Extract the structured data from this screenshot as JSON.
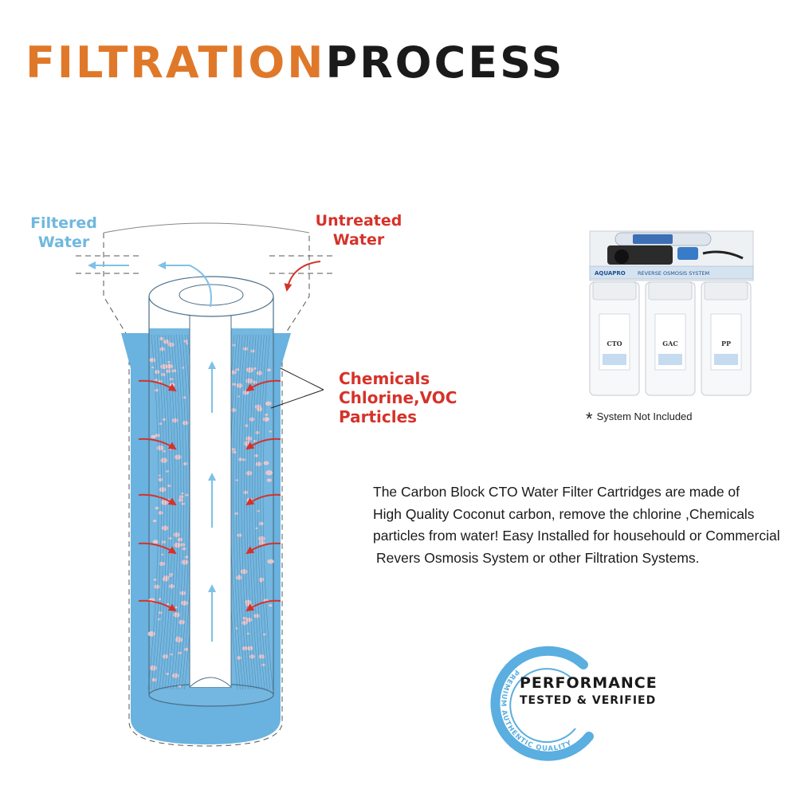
{
  "title": {
    "part1": "FILTRATION",
    "part2": "PROCESS",
    "color1": "#e0782a",
    "color2": "#1a1a1a"
  },
  "labels": {
    "filtered_water": [
      "Filtered",
      "Water"
    ],
    "untreated_water": [
      "Untreated",
      "Water"
    ],
    "contaminants": [
      "Chemicals",
      "Chlorine,VOC",
      "Particles"
    ]
  },
  "description": [
    "The Carbon Block CTO Water Filter Cartridges are made of",
    "High Quality Coconut carbon, remove the chlorine ,Chemicals",
    "particles from water!  Easy Installed for househould or Commercial",
    " Revers Osmosis System or other Filtration Systems."
  ],
  "product": {
    "brand": "AQUAPRO",
    "system_label": "REVERSE OSMOSIS SYSTEM",
    "filters": [
      "CTO",
      "GAC",
      "PP"
    ],
    "note_marker": "*",
    "note": "System Not  Included"
  },
  "badge": {
    "line1": "PERFORMANCE",
    "line2": "TESTED & VERIFIED",
    "ring_text": "PREMIUM  AUTHENTIC  QUALITY"
  },
  "colors": {
    "water": "#6ab2df",
    "inflow_arrow": "#d6322a",
    "outflow_arrow": "#7fc1e6",
    "badge_ring": "#5aaee0"
  }
}
